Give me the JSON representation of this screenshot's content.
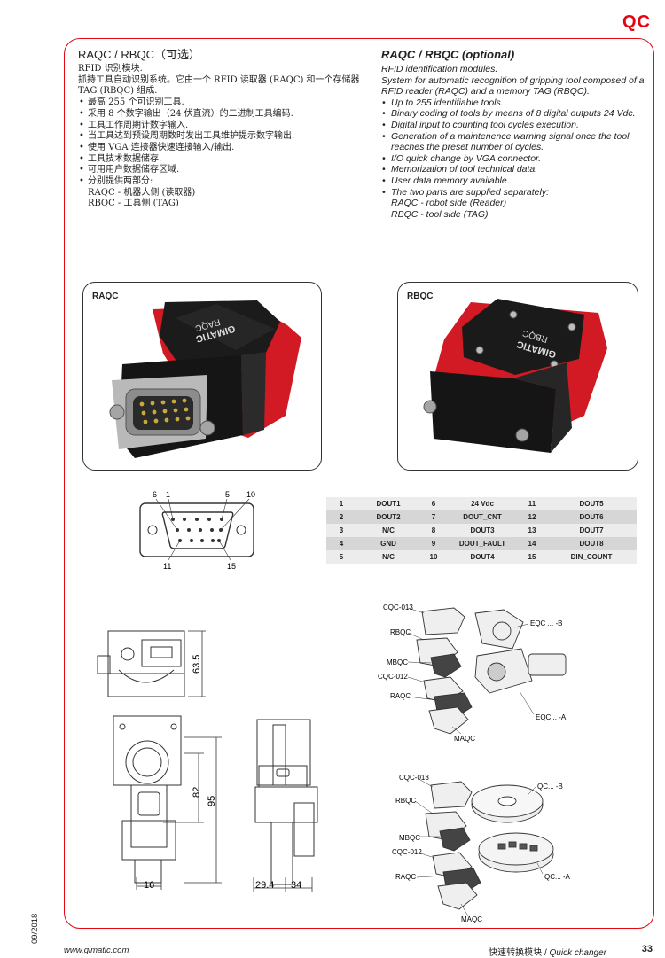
{
  "brand_tag": "QC",
  "cn": {
    "title": "RAQC / RBQC（可选）",
    "lines": [
      "RFID 识别模块.",
      "抓持工具自动识别系统。它由一个 RFID 读取器 (RAQC) 和一个存储器 TAG (RBQC) 组成."
    ],
    "bullets": [
      "最高 255 个可识别工具.",
      "采用 8 个数字输出（24 伏直流）的二进制工具编码.",
      "工具工作周期计数字输入.",
      "当工具达到预设周期数时发出工具维护提示数字输出.",
      "使用 VGA 连接器快速连接输入/输出.",
      "工具技术数据储存.",
      "可用用户数据储存区域.",
      "分别提供两部分:"
    ],
    "sub": [
      "RAQC - 机器人侧 (读取器)",
      "RBQC - 工具侧 (TAG)"
    ]
  },
  "en": {
    "title": "RAQC / RBQC (optional)",
    "lines": [
      "RFID identification modules.",
      "System for automatic recognition of gripping tool composed of a RFID reader (RAQC) and a memory TAG (RBQC)."
    ],
    "bullets": [
      "Up to 255 identifiable tools.",
      "Binary coding of tools by means of 8 digital outputs 24 Vdc.",
      "Digital input to counting tool cycles execution.",
      "Generation of a maintenence warning signal once the tool reaches the preset number of cycles.",
      "I/O quick change by VGA connector.",
      "Memorization of tool technical data.",
      "User data memory available.",
      "The two parts are supplied separately:"
    ],
    "sub": [
      "RAQC - robot side (Reader)",
      "RBQC - tool side (TAG)"
    ]
  },
  "photos": {
    "raqc_label": "RAQC",
    "rbqc_label": "RBQC",
    "raqc_text": "GIMATIC",
    "raqc_code": "RAQC",
    "rbqc_text": "GIMATIC",
    "rbqc_code": "RBQC"
  },
  "connector": {
    "top_labels": [
      "6",
      "1",
      "5",
      "10"
    ],
    "bottom_labels": [
      "11",
      "15"
    ]
  },
  "pins": [
    [
      "1",
      "DOUT1",
      "6",
      "24 Vdc",
      "11",
      "DOUT5"
    ],
    [
      "2",
      "DOUT2",
      "7",
      "DOUT_CNT",
      "12",
      "DOUT6"
    ],
    [
      "3",
      "N/C",
      "8",
      "DOUT3",
      "13",
      "DOUT7"
    ],
    [
      "4",
      "GND",
      "9",
      "DOUT_FAULT",
      "14",
      "DOUT8"
    ],
    [
      "5",
      "N/C",
      "10",
      "DOUT4",
      "15",
      "DIN_COUNT"
    ]
  ],
  "dims": {
    "d1": "63.5",
    "d2": "82",
    "d3": "95",
    "d4": "16",
    "d5": "29.4",
    "d6": "34"
  },
  "assembly1": {
    "l1": "CQC-013",
    "l2": "RBQC",
    "l3": "MBQC",
    "l4": "CQC-012",
    "l5": "RAQC",
    "l6": "MAQC",
    "l7": "EQC ... -B",
    "l8": "EQC... -A"
  },
  "assembly2": {
    "l1": "CQC-013",
    "l2": "RBQC",
    "l3": "MBQC",
    "l4": "CQC-012",
    "l5": "RAQC",
    "l6": "MAQC",
    "l7": "QC... -B",
    "l8": "QC... -A"
  },
  "footer": {
    "date": "09/2018",
    "url": "www.gimatic.com",
    "cn": "快速转换模块 / ",
    "en": "Quick changer",
    "page": "33"
  }
}
